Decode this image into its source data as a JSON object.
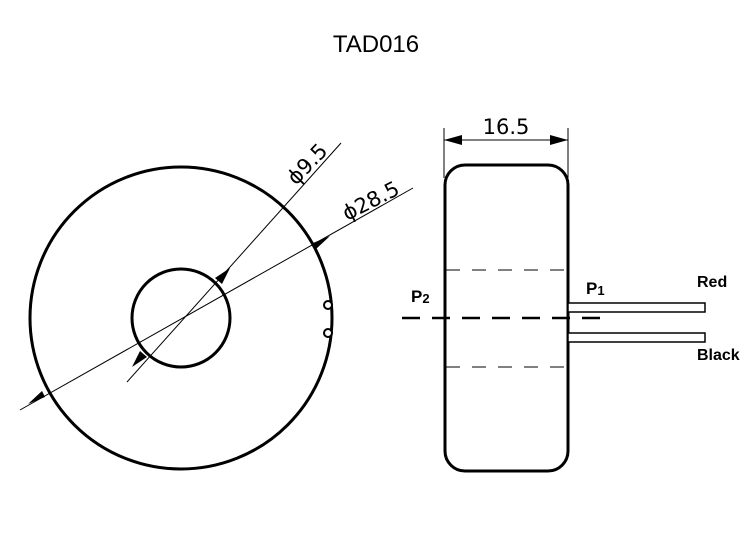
{
  "title": "TAD016",
  "front_view": {
    "inner_diameter_label": "ϕ9.5",
    "outer_diameter_label": "ϕ28.5"
  },
  "side_view": {
    "width_label": "16.5",
    "p1_label": "P",
    "p1_sub": "1",
    "p2_label": "P",
    "p2_sub": "2",
    "red_wire_label": "Red",
    "black_wire_label": "Black"
  }
}
